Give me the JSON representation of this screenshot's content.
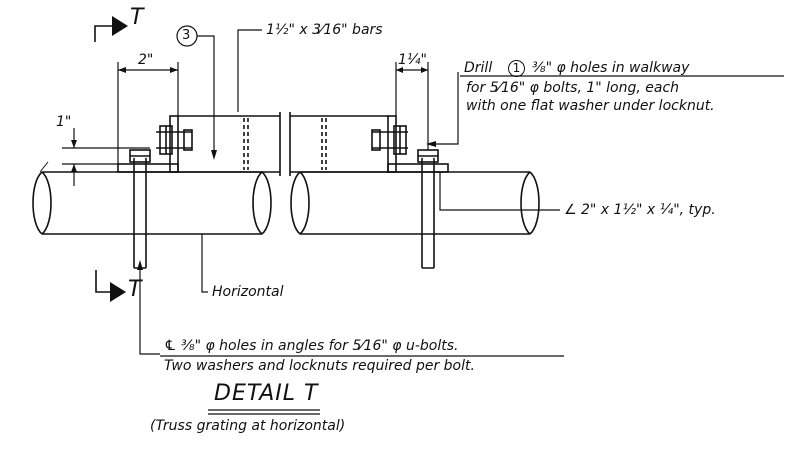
{
  "section_marker": "T",
  "callout_number": "3",
  "bars_note": "1½\" x 3⁄16\" bars",
  "dim_2in": "2\"",
  "dim_1in": "1\"",
  "dim_1_4in": "1¼\"",
  "drill_note": {
    "prefix": "Drill",
    "count": "1",
    "line1": "⅜\" φ holes in walkway",
    "line2": "for 5⁄16\" φ bolts, 1\" long, each",
    "line3": "with one flat washer under locknut."
  },
  "angle_note": "∠ 2\" x 1½\" x ¼\", typ.",
  "horizontal_label": "Horizontal",
  "ubolt_note": {
    "line1": "℄ ⅜\" φ holes in angles for 5⁄16\" φ u-bolts.",
    "line2": "Two washers and locknuts required per bolt."
  },
  "detail_title": "DETAIL T",
  "detail_subtitle": "(Truss grating at horizontal)",
  "colors": {
    "ink": "#111111",
    "paper": "#ffffff"
  }
}
